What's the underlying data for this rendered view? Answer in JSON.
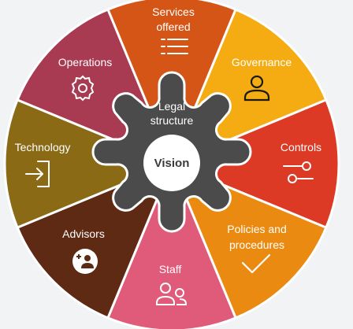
{
  "diagram": {
    "center_label": "Vision",
    "hub_label_line1": "Legal",
    "hub_label_line2": "structure",
    "segments": [
      {
        "key": "services",
        "line1": "Services",
        "line2": "offered",
        "icon": "list-icon",
        "color": "#d55516"
      },
      {
        "key": "governance",
        "line1": "Governance",
        "line2": "",
        "icon": "person-icon",
        "color": "#f5ac12"
      },
      {
        "key": "controls",
        "line1": "Controls",
        "line2": "",
        "icon": "sliders-icon",
        "color": "#dd3a26"
      },
      {
        "key": "policies",
        "line1": "Policies and",
        "line2": "procedures",
        "icon": "checkmark-icon",
        "color": "#ea8a10"
      },
      {
        "key": "staff",
        "line1": "Staff",
        "line2": "",
        "icon": "people-icon",
        "color": "#e05a7a"
      },
      {
        "key": "advisors",
        "line1": "Advisors",
        "line2": "",
        "icon": "add-person-icon",
        "color": "#5e2a14"
      },
      {
        "key": "technology",
        "line1": "Technology",
        "line2": "",
        "icon": "sign-in-icon",
        "color": "#8a6a14"
      },
      {
        "key": "operations",
        "line1": "Operations",
        "line2": "",
        "icon": "gear-icon",
        "color": "#a83a52"
      }
    ],
    "colors": {
      "hub": "#4b4b4b",
      "center": "#ffffff",
      "background": "#f2f3f4"
    }
  }
}
